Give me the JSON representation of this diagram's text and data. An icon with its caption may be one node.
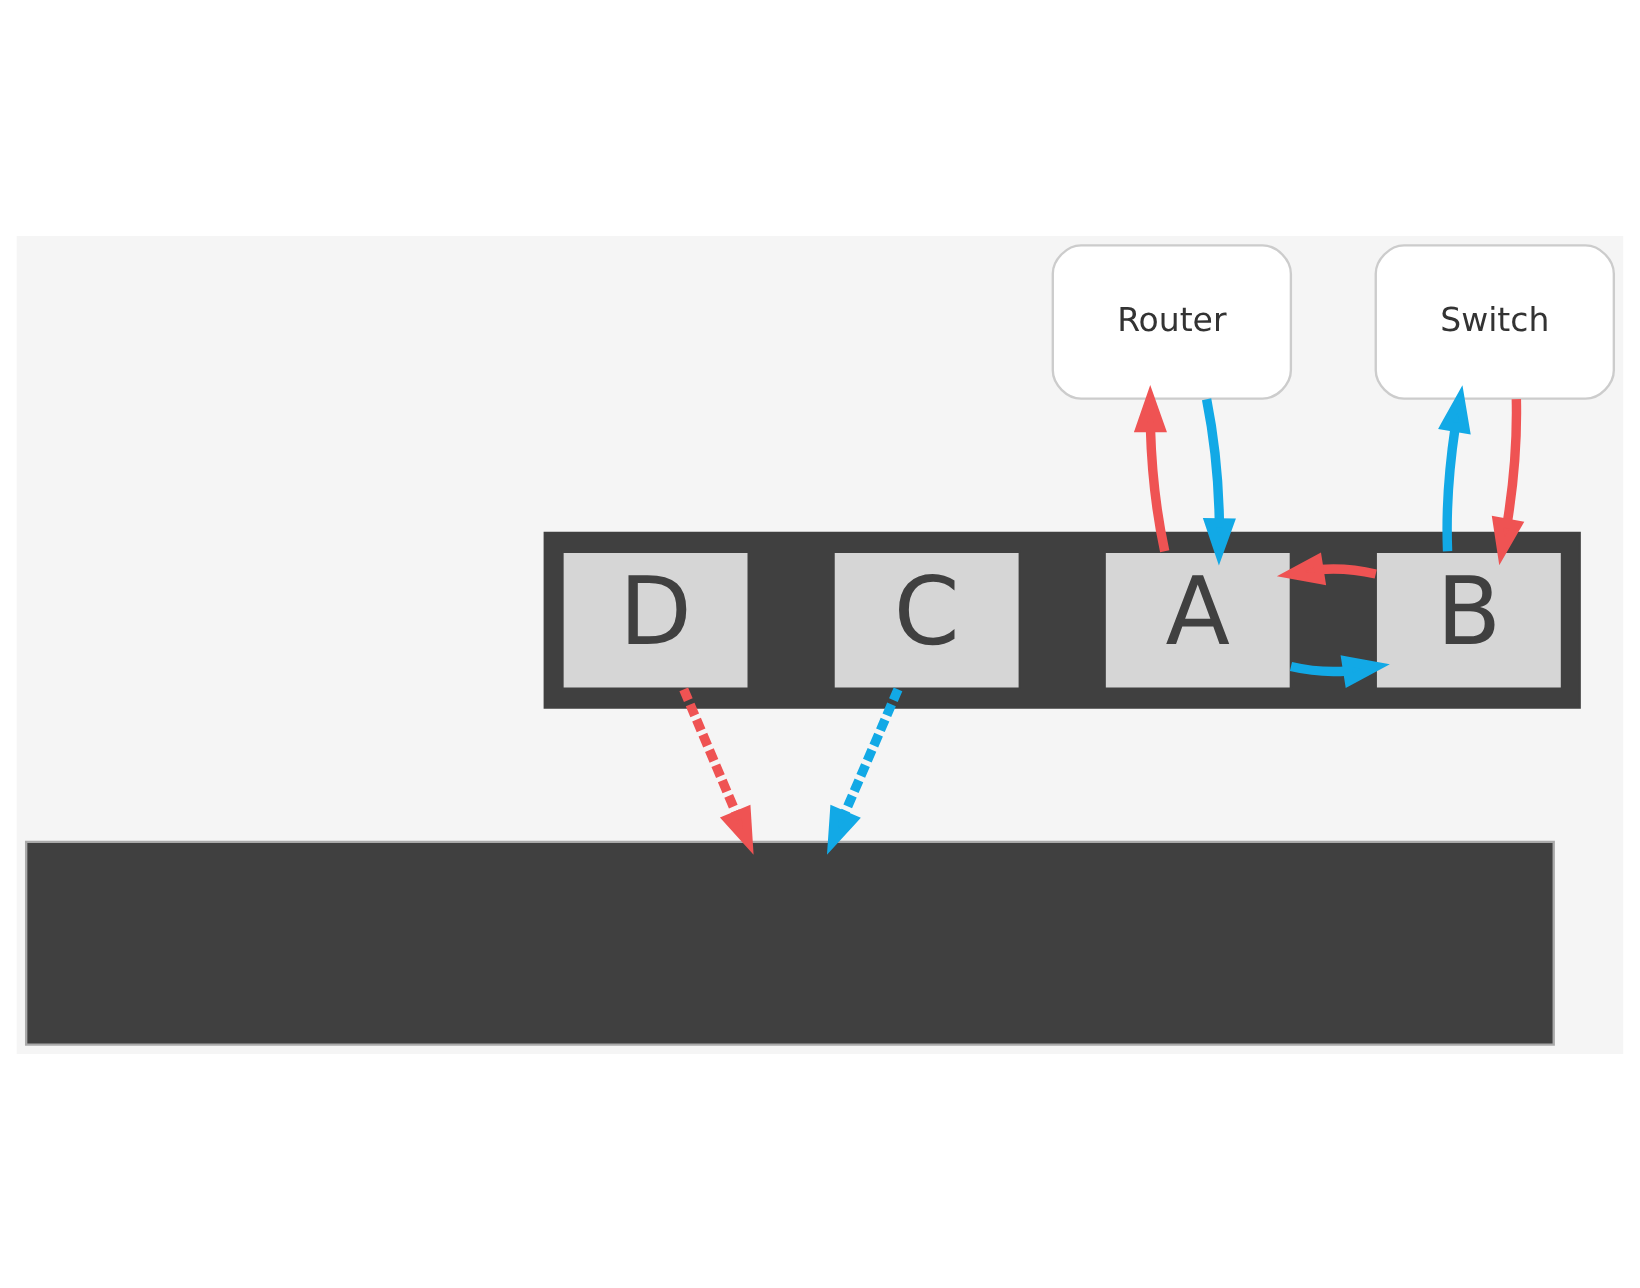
{
  "diagram": {
    "nodes": [
      {
        "text": [
          "Router"
        ]
      },
      {
        "text": [
          "Switch"
        ]
      },
      {
        "text": [],
        "shape": "box"
      },
      {
        "text": [
          "A"
        ],
        "in": 2
      },
      {
        "text": [
          "B"
        ],
        "in": 2
      },
      {
        "text": [
          "C"
        ],
        "in": 2
      },
      {
        "text": [
          "D"
        ],
        "in": 2
      },
      {
        "text": [],
        "shape": "box"
      }
    ],
    "edges": [
      {
        "from": 0,
        "to": 3,
        "arrow": "to",
        "color": "#12a9e6"
      },
      {
        "from": 3,
        "to": 0,
        "arrow": "to",
        "color": "#ef5353"
      },
      {
        "from": 1,
        "to": 4,
        "arrow": "to",
        "color": "#ef5353"
      },
      {
        "from": 4,
        "to": 1,
        "arrow": "to",
        "color": "#12a9e6"
      },
      {
        "from": 3,
        "to": 4,
        "arrow": "to",
        "color": "#12a9e6"
      },
      {
        "from": 4,
        "to": 3,
        "arrow": "to",
        "color": "#ef5353"
      },
      {
        "from": 5,
        "to": 7,
        "arrow": "to",
        "style": "dashed",
        "color": "#12a9e6"
      },
      {
        "from": 6,
        "to": 7,
        "arrow": "to",
        "style": "dashed",
        "color": "#ef5353"
      }
    ]
  }
}
